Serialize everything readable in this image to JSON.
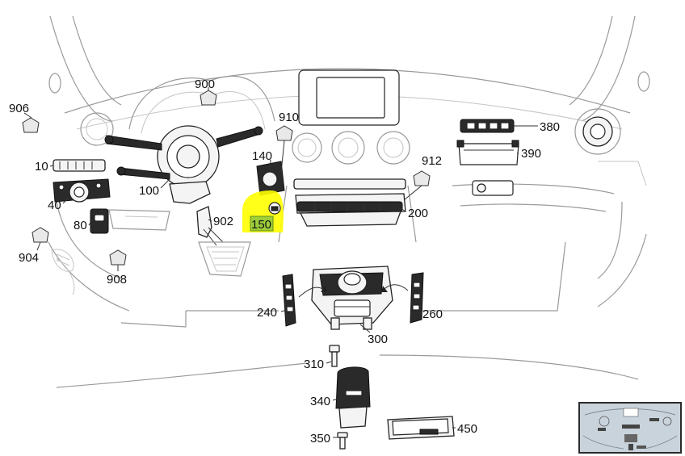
{
  "callouts": {
    "c900": "900",
    "c906": "906",
    "c10": "10",
    "c100": "100",
    "c40": "40",
    "c80": "80",
    "c904": "904",
    "c908": "908",
    "c902": "902",
    "c140": "140",
    "c910": "910",
    "c150": "150",
    "c912": "912",
    "c200": "200",
    "c380": "380",
    "c390": "390",
    "c240": "240",
    "c260": "260",
    "c300": "300",
    "c310": "310",
    "c340": "340",
    "c350": "350",
    "c450": "450"
  },
  "highlight": {
    "target": "150",
    "color": "#ffff00",
    "box_color": "#9ecf3a"
  },
  "thumbnail": {
    "frame_color": "#2b2b2b",
    "bg_color": "#c9d3dc"
  }
}
